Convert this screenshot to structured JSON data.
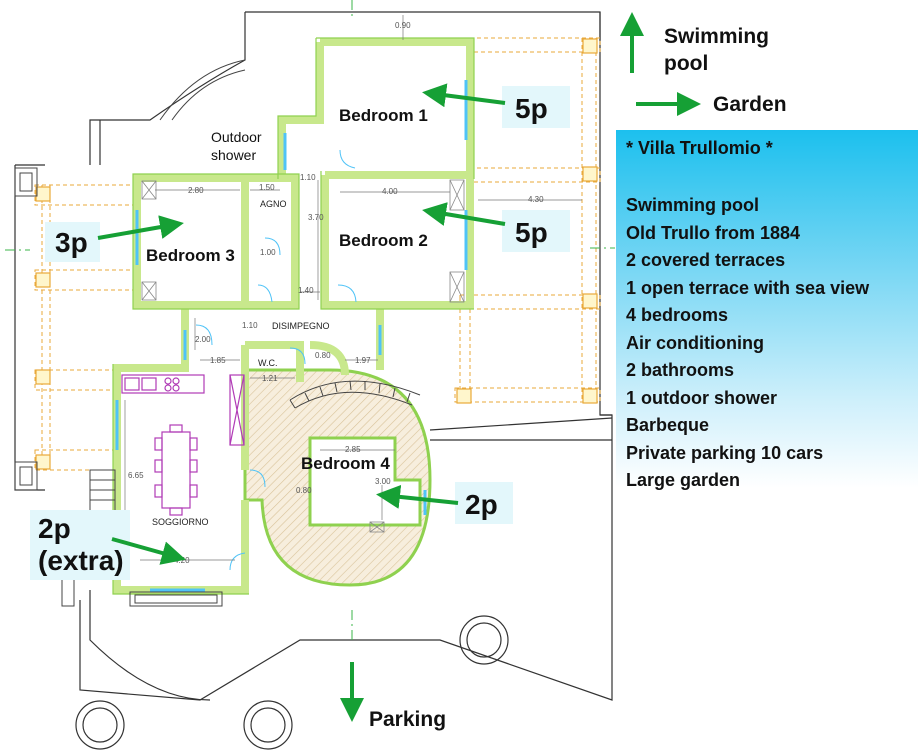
{
  "legend": {
    "pool": [
      "Swimming",
      "pool"
    ],
    "garden": "Garden",
    "parking": "Parking"
  },
  "rooms": {
    "bedroom1": "Bedroom 1",
    "bedroom2": "Bedroom 2",
    "bedroom3": "Bedroom 3",
    "bedroom4": "Bedroom 4",
    "outdoor_shower": [
      "Outdoor",
      "shower"
    ],
    "agno": "AGNO",
    "disimpegno": "DISIMPEGNO",
    "wc": "W.C.",
    "soggiorno": "SOGGIORNO"
  },
  "capacity": {
    "bedroom1": "5p",
    "bedroom2": "5p",
    "bedroom3": "3p",
    "bedroom4": "2p",
    "extra": [
      "2p",
      "(extra)"
    ]
  },
  "dimensions": {
    "d090": "0.90",
    "d280": "2.80",
    "d150": "1.50",
    "d110a": "1.10",
    "d400": "4.00",
    "d430": "4.30",
    "d370": "3.70",
    "d100": "1.00",
    "d140": "1.40",
    "d200": "2.00",
    "d110b": "1.10",
    "d185": "1.85",
    "d080a": "0.80",
    "d197": "1.97",
    "d121": "1.21",
    "d285": "2.85",
    "d300": "3.00",
    "d080b": "0.80",
    "d665": "6.65",
    "d420": "4.20"
  },
  "info": {
    "title": "* Villa Trullomio *",
    "features": [
      "Swimming pool",
      "Old Trullo from 1884",
      "2 covered terraces",
      "1 open terrace with sea view",
      "4 bedrooms",
      "Air conditioning",
      "2 bathrooms",
      "1 outdoor shower",
      "Barbeque",
      "Private parking 10 cars",
      "Large garden"
    ]
  },
  "colors": {
    "wall": "#c8e88c",
    "wall_edge": "#8fd14f",
    "arrow": "#16a035",
    "window": "#4fc3f7",
    "panel_top": "#1cc0ee",
    "terrace_dash": "#e8a93a",
    "kitchen": "#b03bb6"
  }
}
